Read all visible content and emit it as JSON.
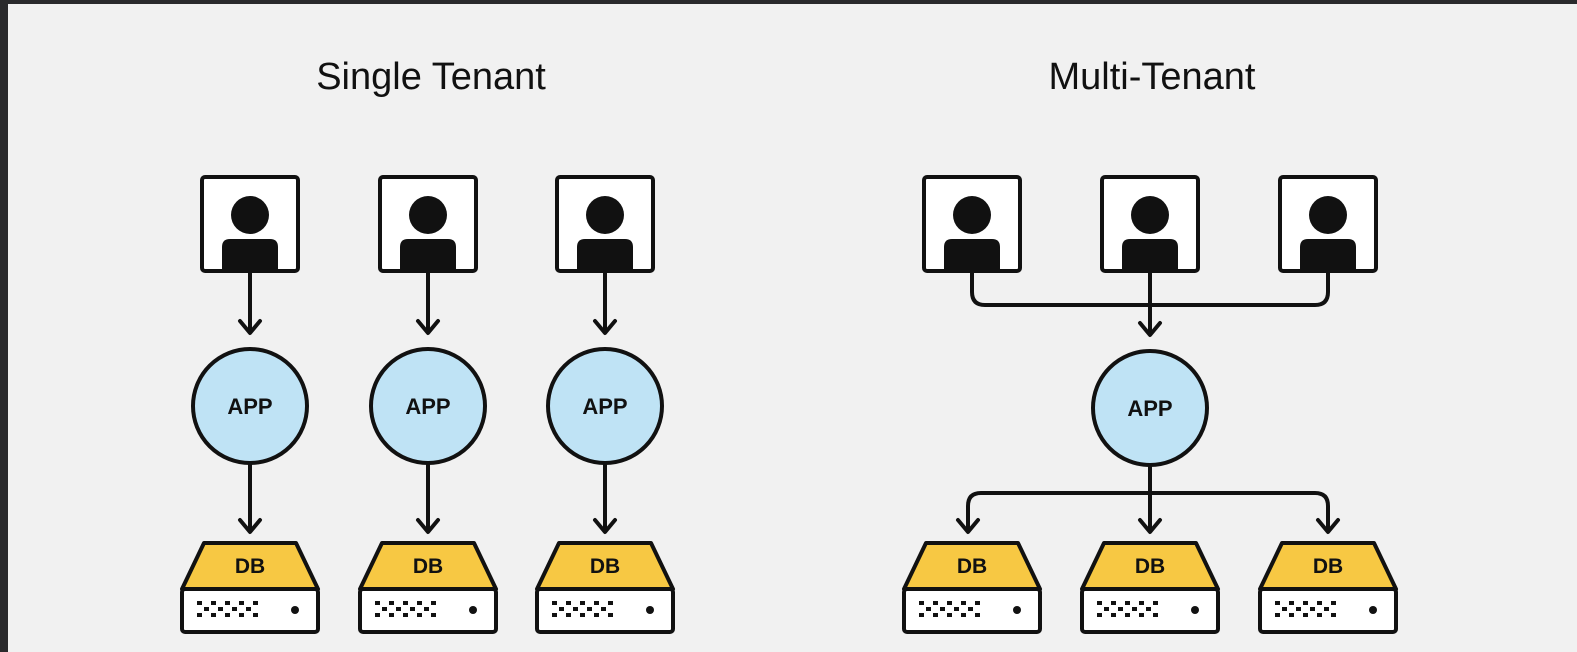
{
  "single_tenant": {
    "title": "Single Tenant",
    "columns": [
      {
        "app_label": "APP",
        "db_label": "DB"
      },
      {
        "app_label": "APP",
        "db_label": "DB"
      },
      {
        "app_label": "APP",
        "db_label": "DB"
      }
    ]
  },
  "multi_tenant": {
    "title": "Multi-Tenant",
    "app_label": "APP",
    "databases": [
      {
        "db_label": "DB"
      },
      {
        "db_label": "DB"
      },
      {
        "db_label": "DB"
      }
    ]
  },
  "colors": {
    "background": "#f1f1f1",
    "app_fill": "#bfe3f5",
    "db_fill": "#f7c843",
    "stroke": "#111111"
  }
}
